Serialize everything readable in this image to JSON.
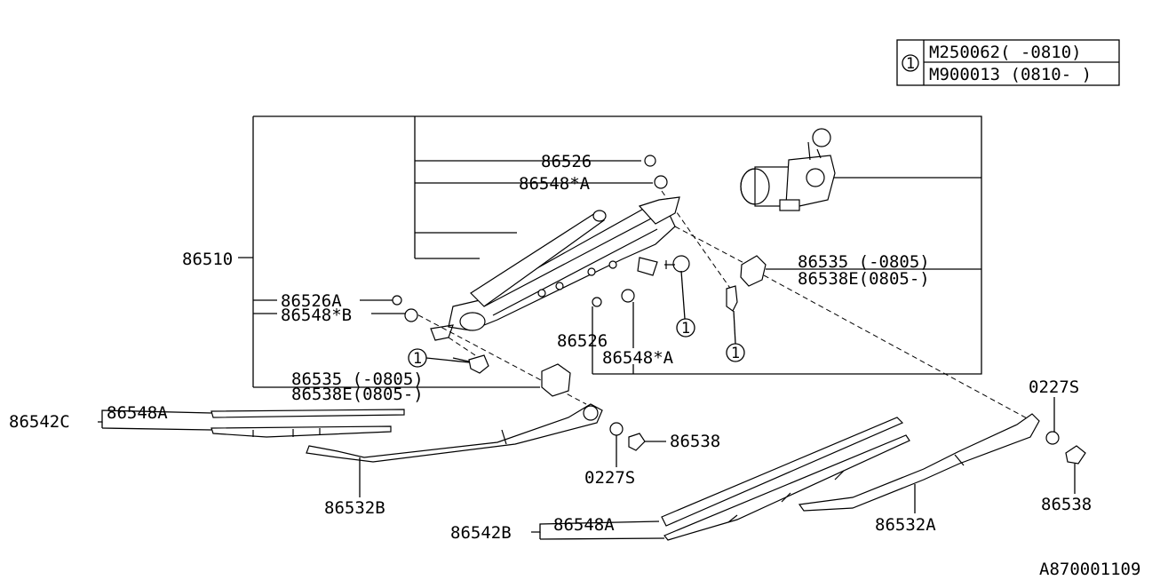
{
  "legend": {
    "ref": "1",
    "rows": [
      "M250062(  -0810)",
      "M900013 (0810-  )"
    ]
  },
  "labels": {
    "p86510": "86510",
    "p86526_top": "86526",
    "p86548A_top": "86548*A",
    "p86535_r": "86535 (-0805)",
    "p86538E_r": "86538E(0805-)",
    "p86526A": "86526A",
    "p86548B": "86548*B",
    "p86526_mid": "86526",
    "p86548A_mid": "86548*A",
    "p86535_l": "86535 (-0805)",
    "p86538E_l": "86538E(0805-)",
    "p86542C": "86542C",
    "p86548A_l": "86548A",
    "p86538_c": "86538",
    "p0227S_c": "0227S",
    "p86532B": "86532B",
    "p86542B": "86542B",
    "p86548A_b": "86548A",
    "p86532A": "86532A",
    "p0227S_r": "0227S",
    "p86538_r": "86538",
    "ref_circle": "1",
    "doc_code": "A870001109"
  }
}
